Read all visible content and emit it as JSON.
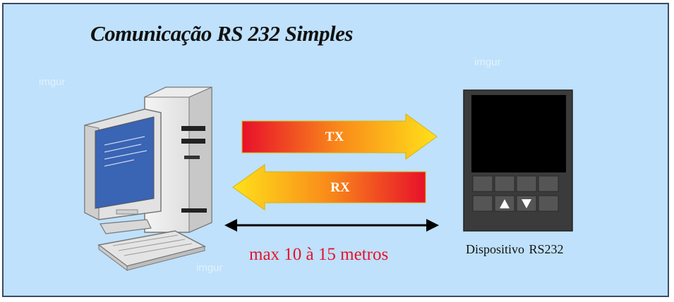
{
  "title": "Comunicação RS 232 Simples",
  "watermark": "imgur",
  "tx_label": "TX",
  "rx_label": "RX",
  "distance_label": "max 10 à 15 metros",
  "device_label": "Dispositivo  RS232",
  "colors": {
    "background": "#bfe1fb",
    "arrow_red": "#e8102a",
    "arrow_yellow": "#ffe11a",
    "distance_text": "#e8102a",
    "monitor_screen": "#3a64b4",
    "device_screen": "#000000"
  },
  "icons": {
    "computer": "desktop-computer-icon",
    "device": "rs232-device-icon",
    "up_key": "triangle-up",
    "down_key": "triangle-down"
  }
}
